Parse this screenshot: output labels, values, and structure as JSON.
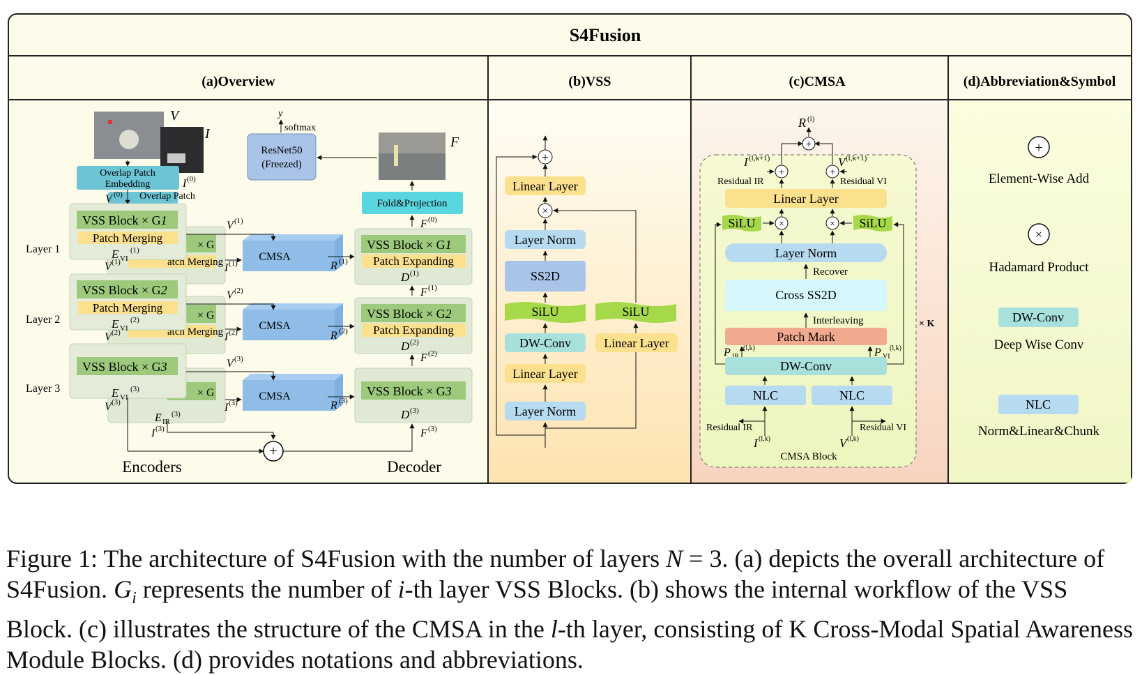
{
  "title": "S4Fusion",
  "panels": {
    "a": "(a)Overview",
    "b": "(b)VSS",
    "c": "(c)CMSA",
    "d": "(d)Abbreviation&Symbol"
  },
  "overview": {
    "V": "V",
    "I": "I",
    "F": "F",
    "y": "y",
    "softmax": "softmax",
    "resnet_1": "ResNet50",
    "resnet_2": "(Freezed)",
    "ope_1": "Overlap Patch",
    "ope_2": "Embedding",
    "ope_back": "Overlap Patch",
    "fold_projection": "Fold&Projection",
    "layer1": "Layer 1",
    "layer2": "Layer 2",
    "layer3": "Layer 3",
    "vss_g1": "VSS Block × G",
    "vss_g2": "VSS Block × G",
    "vss_g3": "VSS Block × G",
    "patch_merging": "Patch Merging",
    "patch_expanding": "Patch Expanding",
    "cmsa": "CMSA",
    "encoders": "Encoders",
    "decoder": "Decoder",
    "sub1": "1",
    "sub2": "2",
    "sub3": "3",
    "sup0": "(0)",
    "sup1": "(1)",
    "sup2": "(2)",
    "sup3": "(3)",
    "R": "R",
    "D": "D",
    "E": "E",
    "VI": "VI",
    "IR": "IR"
  },
  "vss": {
    "linear_layer_top": "Linear Layer",
    "layer_norm_top": "Layer Norm",
    "ss2d": "SS2D",
    "silu_left": "SiLU",
    "dwconv": "DW-Conv",
    "linear_layer_left": "Linear Layer",
    "layer_norm_bottom": "Layer Norm",
    "silu_right": "SiLU",
    "linear_layer_right": "Linear Layer"
  },
  "cmsa": {
    "R_out": "R",
    "sup_l": "(l)",
    "sup_lk1": "(l,k+1)",
    "sup_lk": "(l,k)",
    "residual_ir": "Residual IR",
    "residual_vi": "Residual VI",
    "linear_layer": "Linear Layer",
    "silu": "SiLU",
    "layer_norm": "Layer Norm",
    "recover": "Recover",
    "cross_ss2d": "Cross SS2D",
    "interleaving": "Interleaving",
    "patch_mark": "Patch Mark",
    "dwconv": "DW-Conv",
    "nlc": "NLC",
    "times_k": "× K",
    "block_label": "CMSA Block",
    "I": "I",
    "V": "V",
    "P": "P"
  },
  "legend": {
    "add": "Element-Wise Add",
    "hadamard": "Hadamard Product",
    "dwconv_box": "DW-Conv",
    "dwconv_desc": "Deep Wise Conv",
    "nlc_box": "NLC",
    "nlc_desc": "Norm&Linear&Chunk"
  },
  "caption": {
    "part1": "Figure 1: The architecture of S4Fusion with the number of layers ",
    "N": "N",
    "part2": " = 3. (a) depicts the overall architecture of S4Fusion. ",
    "Gi": "G",
    "i_sub": "i",
    "part3": " represents the number of ",
    "i": "i",
    "part4": "-th layer VSS Blocks. (b) shows the internal workflow of the VSS Block. (c) illustrates the structure of the CMSA in the ",
    "l": "l",
    "part5": "-th layer, consisting of K Cross-Modal Spatial Awareness Module Blocks. (d) provides notations and abbreviations."
  },
  "colors": {
    "frame_bg": "#fdfbe9",
    "green_block": "#9cc97c",
    "green_bg": "#dfe9d3",
    "yellow_block": "#fbe08e",
    "blue_block": "#b6daf0",
    "teal_block": "#6cc4d4",
    "cyan_block": "#5ad6e0",
    "silu_green": "#a6d94a",
    "ss2d_blue": "#a9c4e8",
    "peach_bg": "#f8dcc6",
    "cmsa_inner": "#f2f7c4",
    "patch_mark": "#f2aa8e",
    "cross_ss2d": "#d6f7fb",
    "cmsa_box": "#8fbde8"
  }
}
